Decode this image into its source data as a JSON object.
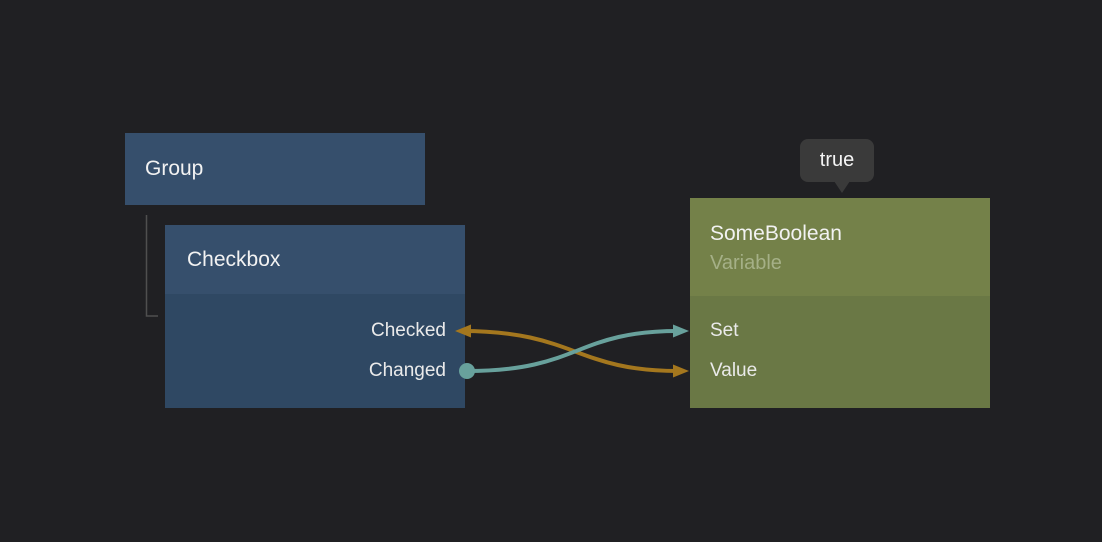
{
  "canvas": {
    "background": "#202023"
  },
  "nodes": {
    "group": {
      "title": "Group"
    },
    "checkbox": {
      "title": "Checkbox",
      "output_ports": {
        "checked": "Checked",
        "changed": "Changed"
      }
    },
    "someboolean": {
      "title": "SomeBoolean",
      "subtitle": "Variable",
      "input_ports": {
        "set": "Set",
        "value": "Value"
      }
    }
  },
  "tooltip": {
    "text": "true"
  },
  "connections": [
    {
      "name": "checked-value-two-way-binding",
      "a": {
        "node": "Checkbox",
        "port": "Checked",
        "end": "arrow"
      },
      "b": {
        "node": "SomeBoolean",
        "port": "Value",
        "end": "arrow"
      },
      "color": "#a4771e"
    },
    {
      "name": "changed-to-set-signal",
      "a": {
        "node": "Checkbox",
        "port": "Changed",
        "end": "dot"
      },
      "b": {
        "node": "SomeBoolean",
        "port": "Set",
        "end": "arrow"
      },
      "color": "#68a19c"
    }
  ],
  "colors": {
    "background": "#202023",
    "node_blue_header": "#364f6c",
    "node_blue_body": "#2f4863",
    "node_green_header": "#748149",
    "node_green_body": "#6a7845",
    "wire_data": "#a4771e",
    "wire_signal": "#68a19c",
    "hierarchy_line": "#4f4f4f",
    "tooltip_background": "#3a3a3a",
    "subtitle_text": "#a5b087"
  }
}
